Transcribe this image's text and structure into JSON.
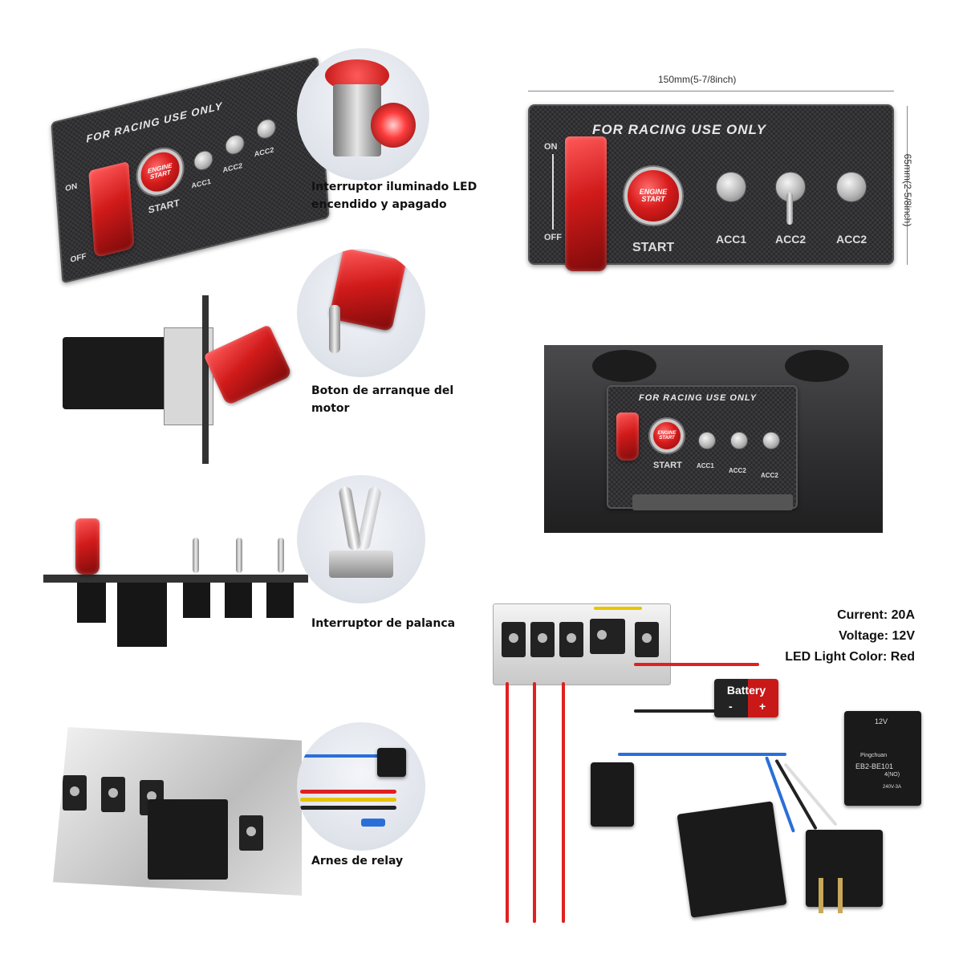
{
  "panel_text": {
    "heading": "FOR RACING USE ONLY",
    "start_button_line1": "ENGINE",
    "start_button_line2": "START",
    "start_label": "START",
    "on_label": "ON",
    "off_label": "OFF",
    "acc1_label": "ACC1",
    "acc2_label": "ACC2"
  },
  "dimensions": {
    "width_label": "150mm(5-7/8inch)",
    "height_label": "65mm(2-5/8inch)"
  },
  "captions": {
    "led_switch_line1": "Interruptor iluminado LED",
    "led_switch_line2": "encendido y apagado",
    "start_button_line1": "Boton de arranque del",
    "start_button_line2": "motor",
    "toggle_switch": "Interruptor de palanca",
    "relay_harness": "Arnes de relay"
  },
  "specs": {
    "current": "Current: 20A",
    "voltage": "Voltage: 12V",
    "led_color": "LED Light Color: Red"
  },
  "wiring": {
    "battery_label": "Battery",
    "minus": "-",
    "plus": "+"
  },
  "relay_label": {
    "voltage": "12V",
    "model": "EB2-BE101",
    "brand": "Pingchuan",
    "contact": "4(NO)",
    "rating": "240V-3A"
  },
  "colors": {
    "accent_red": "#d81c1c",
    "wire_red": "#e02020",
    "wire_blue": "#2a6fd8",
    "wire_yellow": "#e8c400",
    "panel_dark": "#2b2b2d"
  }
}
